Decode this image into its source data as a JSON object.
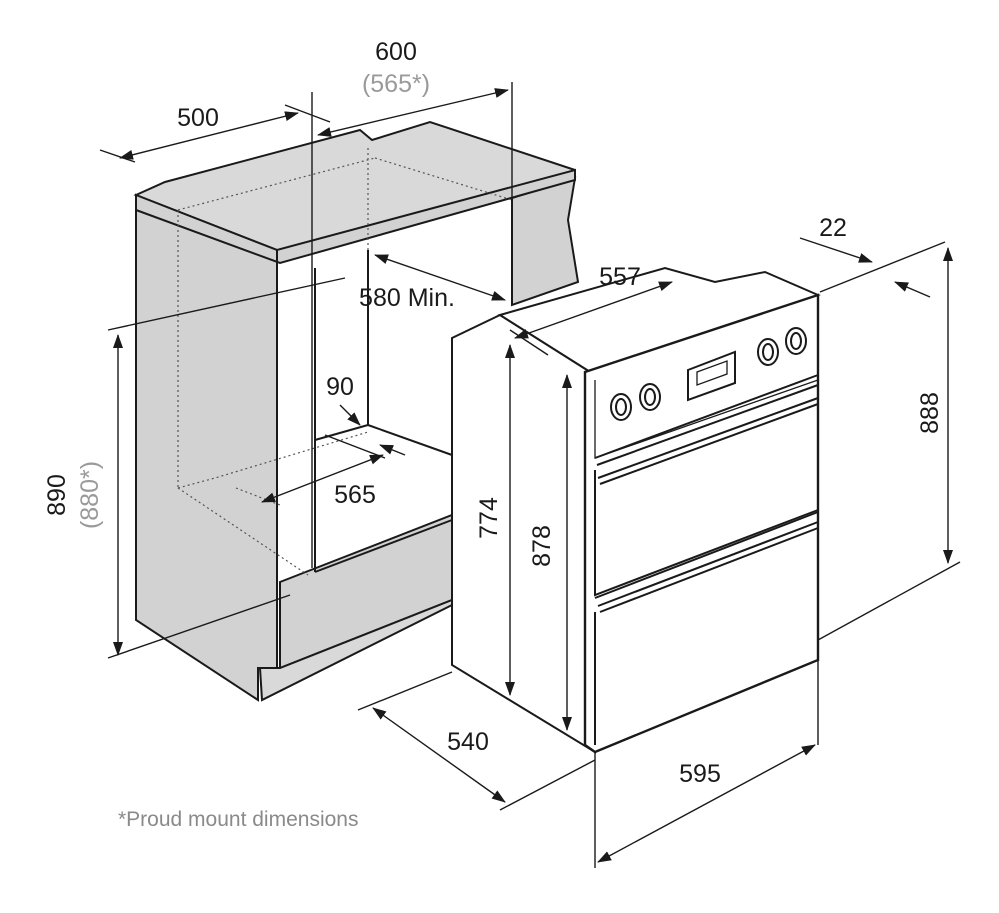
{
  "dimensions": {
    "width_600": "600",
    "width_565_proud": "(565*)",
    "depth_500": "500",
    "opening_580": "580 Min.",
    "opening_90": "90",
    "opening_565": "565",
    "height_890": "890",
    "height_880_proud": "(880*)",
    "oven_557": "557",
    "oven_22": "22",
    "oven_888": "888",
    "oven_774": "774",
    "oven_878": "878",
    "oven_540": "540",
    "oven_595": "595"
  },
  "footnote": "*Proud mount dimensions",
  "colors": {
    "line": "#1a1a1a",
    "cabinet_fill": "#d2d2d2",
    "proud_text": "#9a9a9a"
  }
}
